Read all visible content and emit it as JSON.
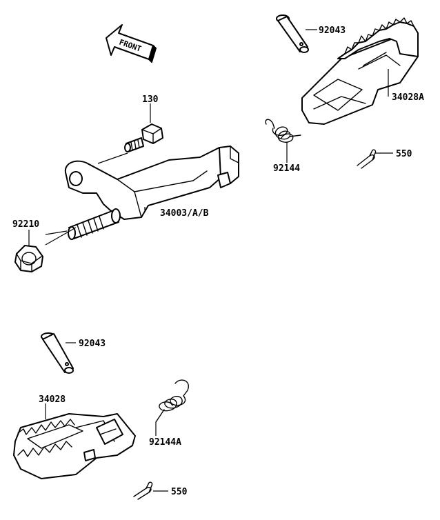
{
  "diagram": {
    "front_arrow": {
      "text": "FRONT"
    },
    "labels": [
      {
        "id": "label-92043-top",
        "text": "92043"
      },
      {
        "id": "label-34028A",
        "text": "34028A"
      },
      {
        "id": "label-130",
        "text": "130"
      },
      {
        "id": "label-92144",
        "text": "92144"
      },
      {
        "id": "label-550-top",
        "text": "550"
      },
      {
        "id": "label-92210",
        "text": "92210"
      },
      {
        "id": "label-34003AB",
        "text": "34003/A/B"
      },
      {
        "id": "label-92043-bottom",
        "text": "92043"
      },
      {
        "id": "label-34028",
        "text": "34028"
      },
      {
        "id": "label-92144A",
        "text": "92144A"
      },
      {
        "id": "label-550-bottom",
        "text": "550"
      }
    ]
  }
}
